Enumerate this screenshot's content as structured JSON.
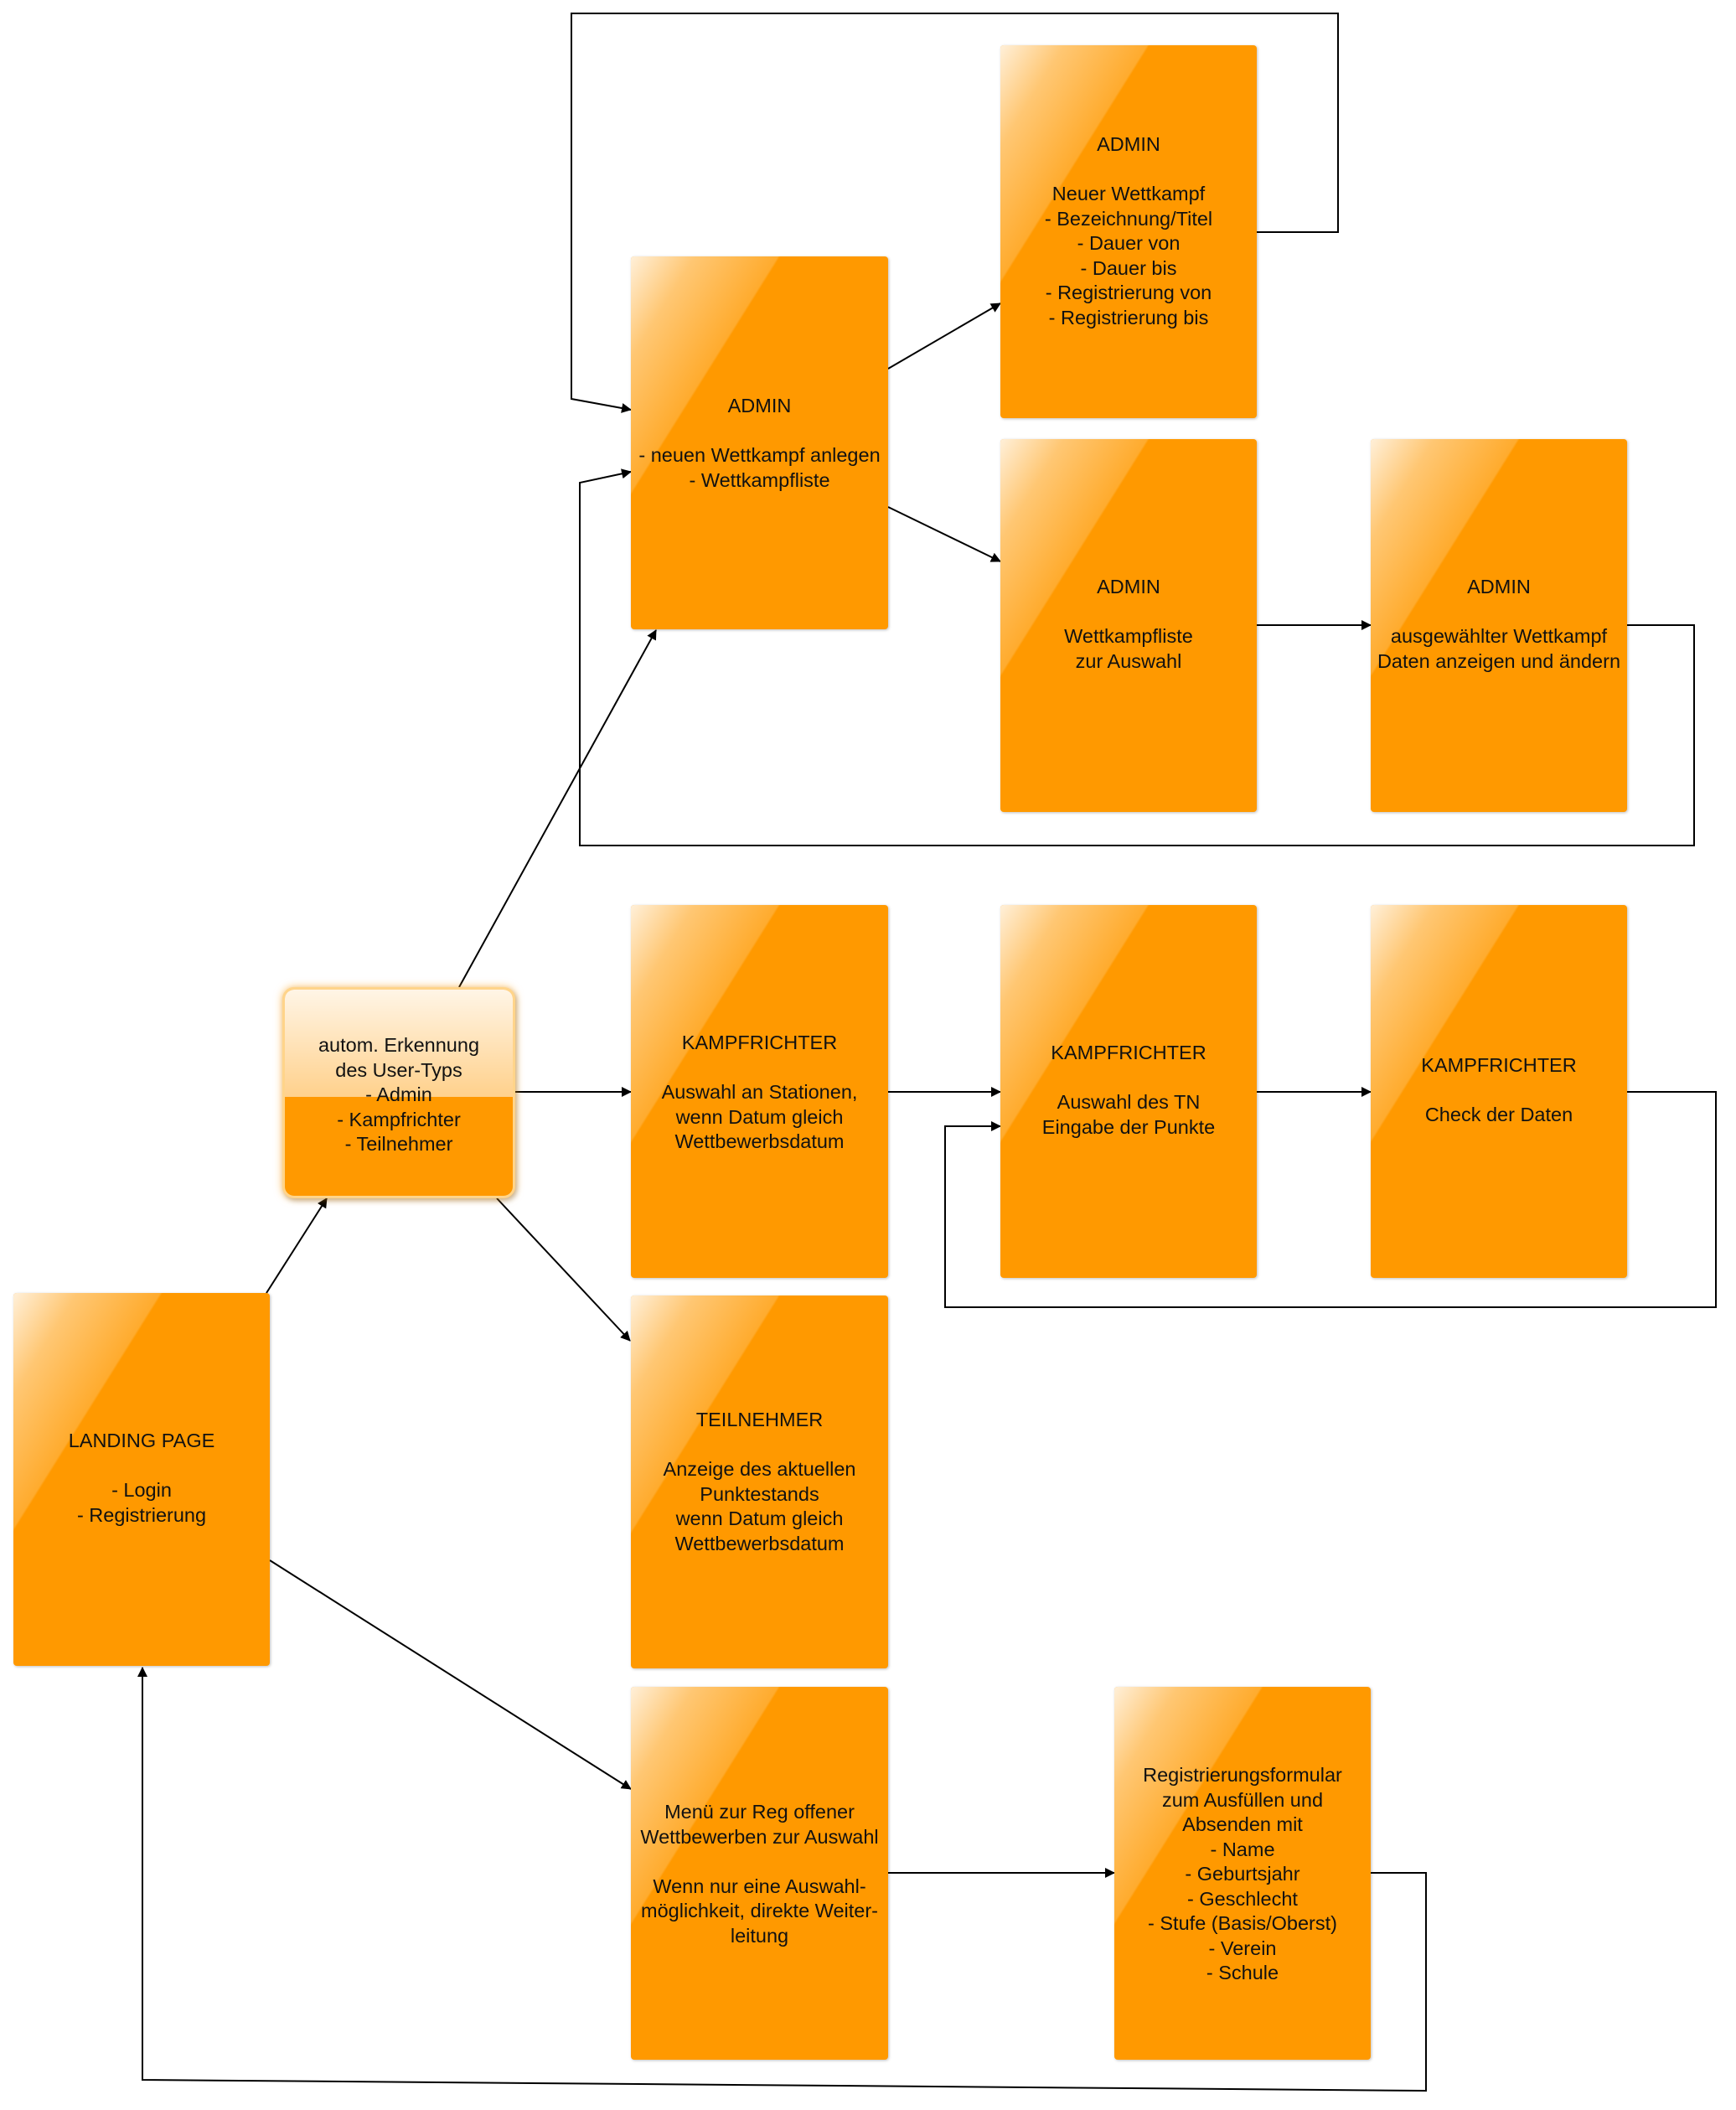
{
  "diagram": {
    "nodes": {
      "landing": {
        "text": "LANDING PAGE\n\n- Login\n- Registrierung"
      },
      "detect": {
        "text": "autom. Erkennung\ndes User-Typs\n- Admin\n- Kampfrichter\n- Teilnehmer"
      },
      "admin_main": {
        "text": "ADMIN\n\n- neuen Wettkampf anlegen\n- Wettkampfliste"
      },
      "admin_new": {
        "text": "ADMIN\n\nNeuer Wettkampf\n- Bezeichnung/Titel\n- Dauer von\n- Dauer bis\n- Registrierung von\n- Registrierung bis"
      },
      "admin_list": {
        "text": "ADMIN\n\nWettkampfliste\nzur Auswahl"
      },
      "admin_detail": {
        "text": "ADMIN\n\nausgewählter Wettkampf\nDaten anzeigen und ändern"
      },
      "kr_station": {
        "text": "KAMPFRICHTER\n\nAuswahl an Stationen,\nwenn Datum gleich\nWettbewerbsdatum"
      },
      "kr_tn": {
        "text": "KAMPFRICHTER\n\nAuswahl des TN\nEingabe der Punkte"
      },
      "kr_check": {
        "text": "KAMPFRICHTER\n\nCheck der Daten"
      },
      "tn": {
        "text": "TEILNEHMER\n\nAnzeige des aktuellen\nPunktestands\nwenn Datum gleich\nWettbewerbsdatum"
      },
      "reg_menu": {
        "text": "Menü zur Reg offener\nWettbewerben zur Auswahl\n\nWenn nur eine Auswahl-\nmöglichkeit, direkte Weiter-\nleitung"
      },
      "reg_form": {
        "text": "Registrierungsformular\nzum Ausfüllen und\nAbsenden mit\n- Name\n- Geburtsjahr\n- Geschlecht\n- Stufe (Basis/Oberst)\n- Verein\n- Schule"
      }
    },
    "colors": {
      "box_fill": "#ff9900",
      "line": "#000000",
      "background": "#ffffff"
    }
  }
}
